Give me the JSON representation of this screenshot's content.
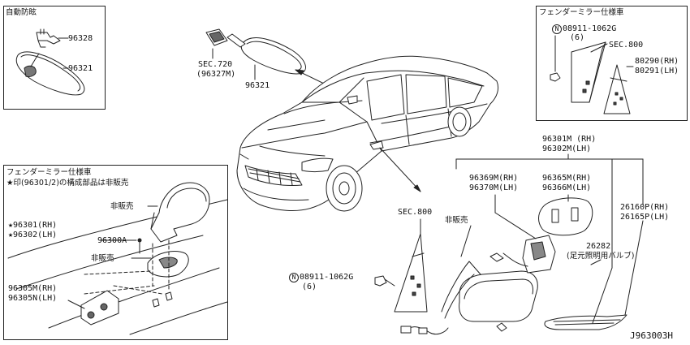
{
  "panel_tl": {
    "title": "自動防眩",
    "part1": "96328",
    "part2": "96321"
  },
  "inner_mirror": {
    "sec": "SEC.720",
    "sec_sub": "(96327M)",
    "part": "96321"
  },
  "panel_tr": {
    "title": "フェンダーミラー仕様車",
    "bolt": "08911-1062G",
    "bolt_qty": "(6)",
    "sec": "SEC.800",
    "rh": "80290(RH)",
    "lh": "80291(LH)"
  },
  "panel_bl": {
    "title": "フェンダーミラー仕様車",
    "note": "★印(96301/2)の構成部品は非販売",
    "not_sold_1": "非販売",
    "not_sold_2": "非販売",
    "part_rh": "★96301(RH)",
    "part_lh": "★96302(LH)",
    "screw": "96300A",
    "base_rh": "96305M(RH)",
    "base_lh": "96305N(LH)"
  },
  "door_mirror": {
    "assy_rh": "96301M (RH)",
    "assy_lh": "96302M(LH)",
    "sec": "SEC.800",
    "not_sold": "非販売",
    "actuator_rh": "96369M(RH)",
    "actuator_lh": "96370M(LH)",
    "glass_rh": "96365M(RH)",
    "glass_lh": "96366M(LH)",
    "cover_rh": "26160P(RH)",
    "cover_lh": "26165P(LH)",
    "bulb": "26282",
    "bulb_desc": "(足元照明用バルブ)",
    "bolt": "08911-1062G",
    "bolt_qty": "(6)",
    "bolt_symbol": "N"
  },
  "diagram_id": "J963003H",
  "colors": {
    "line": "#222222",
    "paper": "#ffffff",
    "shade": "#555555"
  }
}
